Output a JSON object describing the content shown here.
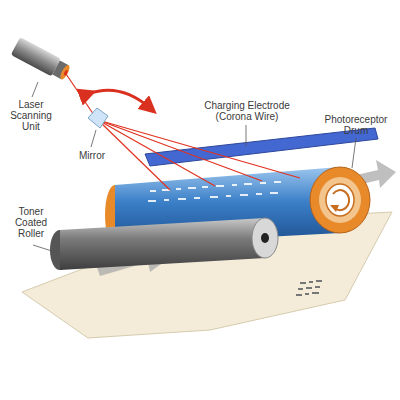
{
  "diagram": {
    "labels": [
      "Laser Scanning Unit",
      "Mirror",
      "Charging Electrode (Corona Wire)",
      "Photoreceptor Drum",
      "Toner Coated Roller"
    ]
  }
}
